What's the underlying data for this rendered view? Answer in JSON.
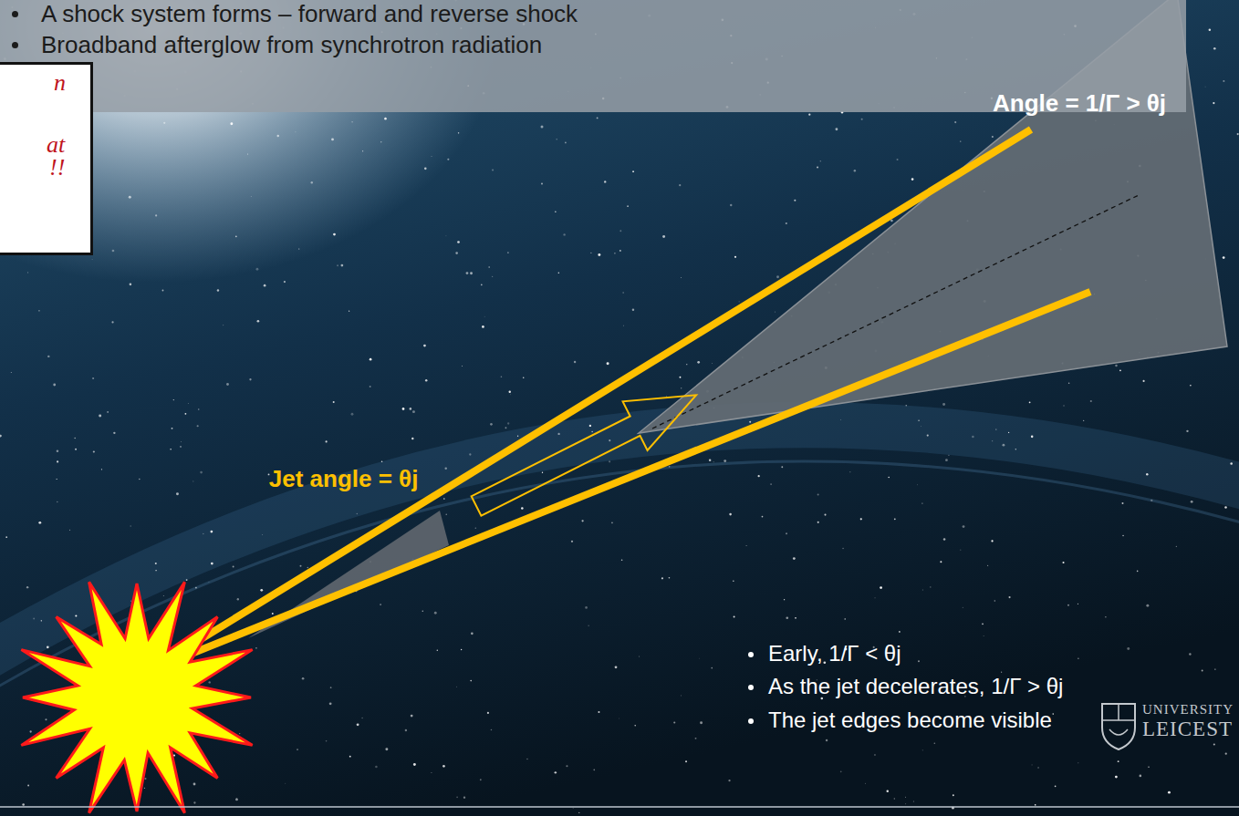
{
  "diagram": {
    "nodes": [
      {
        "text": [
          "A shock system forms – forward and reverse shock",
          "Broadband afterglow from synchrotron radiation"
        ]
      },
      {
        "text": [
          "n",
          "at",
          "!!"
        ]
      }
    ],
    "labels": [
      "Jet angle = θj",
      "Angle = 1/Γ > θj",
      "Early, 1/Γ < θj",
      "As the jet decelerates, 1/Γ > θj",
      "The jet edges become visible",
      "UNIVERSITY",
      "LEICEST"
    ]
  }
}
